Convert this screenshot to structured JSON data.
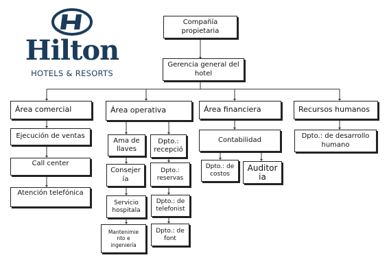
{
  "logo": {
    "word": "Hilton",
    "sub": "HOTELS & RESORTS"
  },
  "nodes": {
    "owner": "Compañía\npropietaria",
    "gm": "Gerencia general del\nhotel",
    "comercial": "Área comercial",
    "operativa": "Área operativa",
    "financiera": "Área financiera",
    "rrhh": "Recursos humanos",
    "ventas": "Ejecución de ventas",
    "callcenter": "Call center",
    "atencion": "Atención telefónica",
    "llaves": "Ama de\nllaves",
    "conserjeria": "Consejer\nía",
    "servicio": "Servicio\nhospitala",
    "mantenimiento": "Mantenimie\nnto e\ningeniería",
    "recepcion": "Dpto.:\nrecepció",
    "reservas": "Dpto.:\nreservas",
    "telefonista": "Dpto.: de\ntelefonist",
    "font": "Dpto.: de\nfont",
    "contabilidad": "Contabilidad",
    "costos": "Dpto.: de\ncostos",
    "auditoria": "Auditor\nia",
    "desarrollo": "Dpto.: de desarrollo\nhumano"
  }
}
